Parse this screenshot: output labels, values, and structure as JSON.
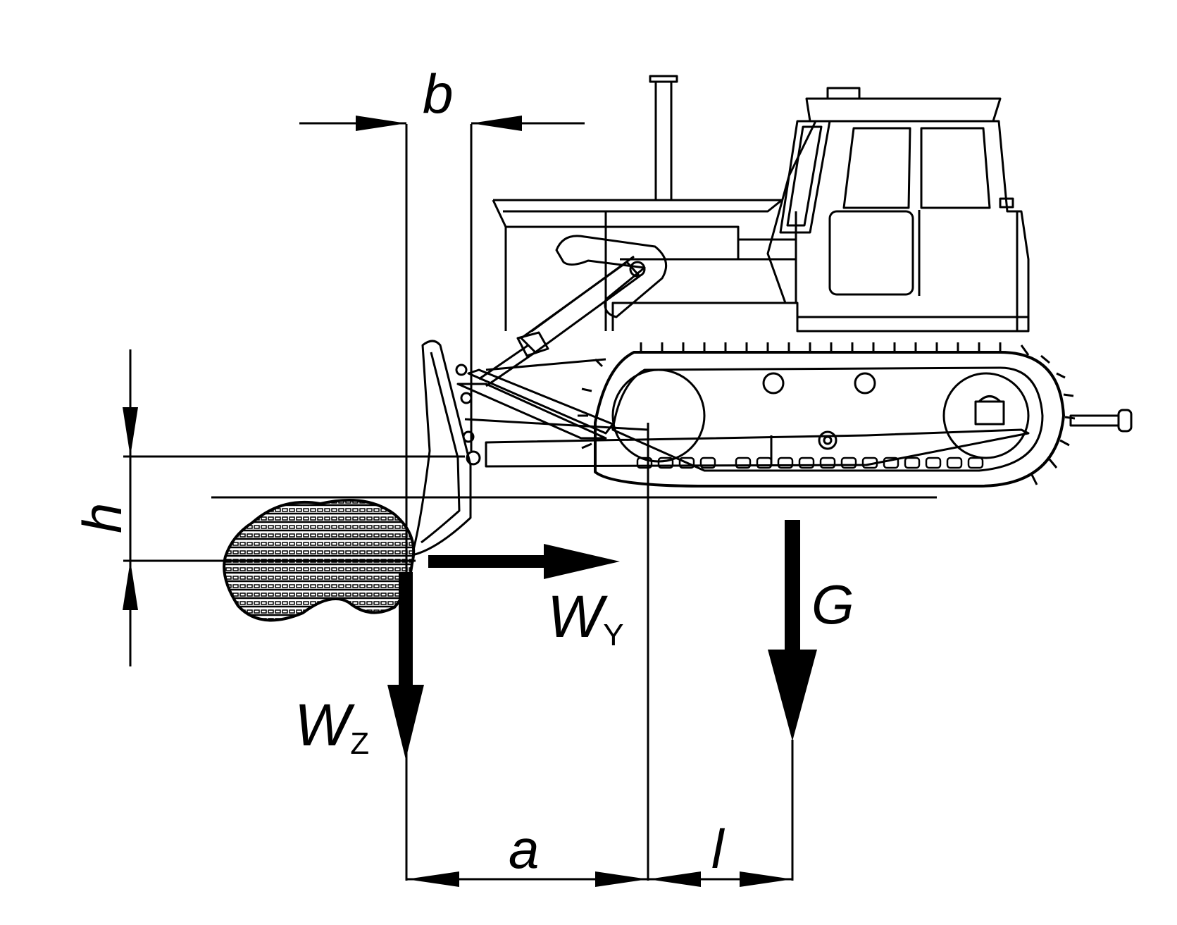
{
  "labels": {
    "b": "b",
    "h": "h",
    "a": "a",
    "l": "l",
    "G": "G",
    "WY_main": "W",
    "WY_sub": "Y",
    "WZ_main": "W",
    "WZ_sub": "Z"
  },
  "colors": {
    "ink": "#000000",
    "background": "#ffffff"
  }
}
